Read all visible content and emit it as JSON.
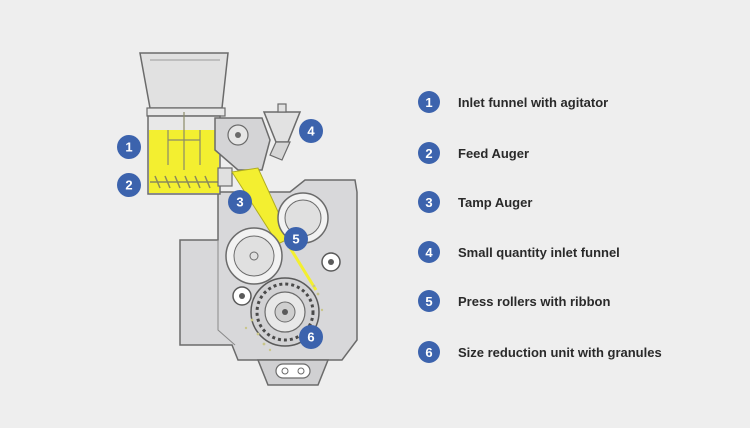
{
  "colors": {
    "background": "#eeeeee",
    "badge": "#3c63ad",
    "product": "#f3ef30",
    "machine_body": "#d8d8da",
    "machine_outline": "#6b6b6b",
    "hopper": "#e1e1e1",
    "label_text": "#2a2a2a"
  },
  "callouts": [
    {
      "num": "1",
      "label": "Inlet funnel with agitator"
    },
    {
      "num": "2",
      "label": "Feed Auger"
    },
    {
      "num": "3",
      "label": "Tamp Auger"
    },
    {
      "num": "4",
      "label": "Small quantity inlet funnel"
    },
    {
      "num": "5",
      "label": "Press rollers with ribbon"
    },
    {
      "num": "6",
      "label": "Size reduction unit with granules"
    }
  ]
}
